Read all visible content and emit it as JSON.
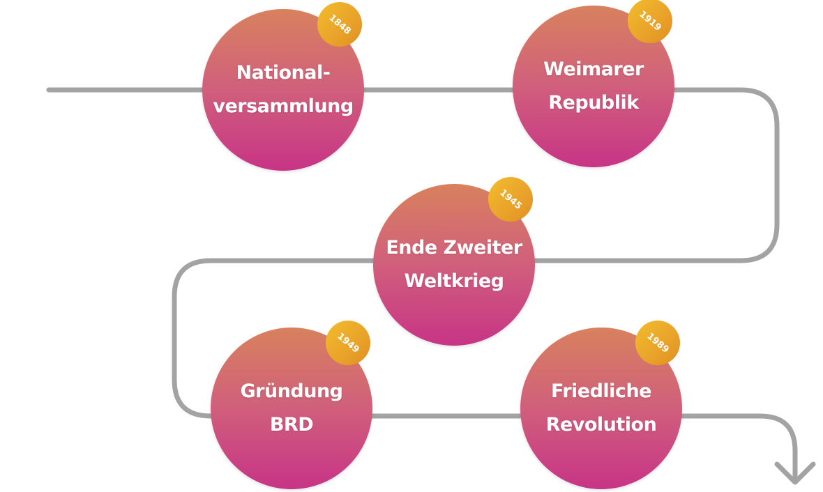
{
  "timeline": {
    "line_color": "#a3a3a3",
    "circle_gradient": [
      "#d8815e",
      "#c73486"
    ],
    "badge_color": "#eaa52a",
    "events": [
      {
        "label": "National-\nversammlung",
        "year": "1848"
      },
      {
        "label": "Weimarer\nRepublik",
        "year": "1919"
      },
      {
        "label": "Ende Zweiter\nWeltkrieg",
        "year": "1945"
      },
      {
        "label": "Gründung\nBRD",
        "year": "1949"
      },
      {
        "label": "Friedliche\nRevolution",
        "year": "1989"
      }
    ],
    "end_marker": "arrow-down-icon"
  }
}
